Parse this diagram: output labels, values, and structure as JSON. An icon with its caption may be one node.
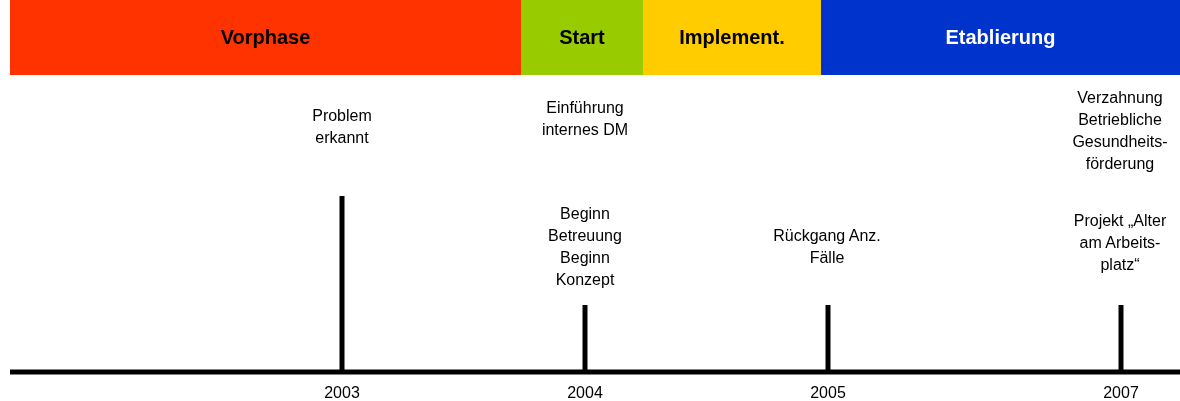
{
  "diagram": {
    "nodes": [
      {
        "text": [
          "Vorphase"
        ]
      },
      {
        "text": [
          "Start"
        ]
      },
      {
        "text": [
          "Implement."
        ]
      },
      {
        "text": [
          "Etablierung"
        ]
      }
    ],
    "labels": [
      "Problem erkannt",
      "Einführung internes DM",
      "Verzahnung Betriebliche Gesundheits- förderung",
      "Beginn Betreuung Beginn Konzept",
      "Rückgang Anz. Fälle",
      "Projekt „Alter am Arbeits- platz“",
      "2003",
      "2004",
      "2005",
      "2007"
    ]
  }
}
